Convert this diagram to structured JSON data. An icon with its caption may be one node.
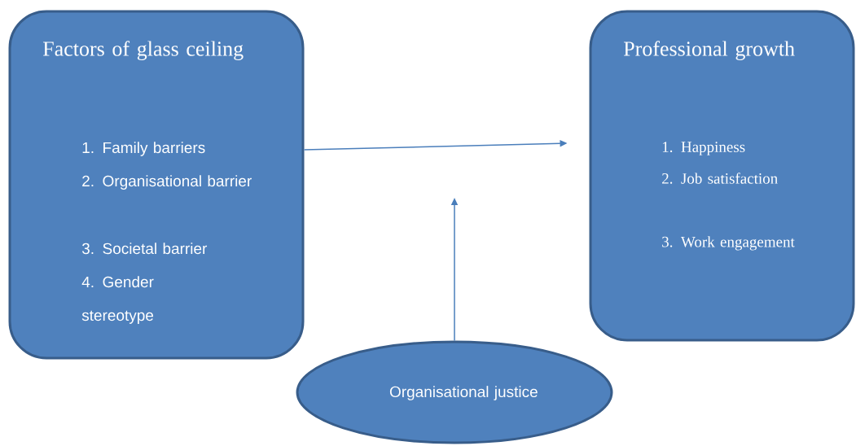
{
  "diagram": {
    "nodes": [
      {
        "text": [
          "Factors of glass ceiling",
          "1. Family barriers",
          "2. Organisational barrier",
          "3. Societal barrier",
          "4. Gender stereotype"
        ]
      },
      {
        "text": [
          "Professional growth",
          "1. Happiness",
          "2. Job satisfaction",
          "3. Work engagement"
        ]
      },
      {
        "text": [
          "Organisational justice"
        ]
      }
    ],
    "edges": [
      {
        "from": 0,
        "to": 1,
        "arrow": "to"
      },
      {
        "from": 2,
        "to": null,
        "arrow": "to"
      }
    ]
  }
}
